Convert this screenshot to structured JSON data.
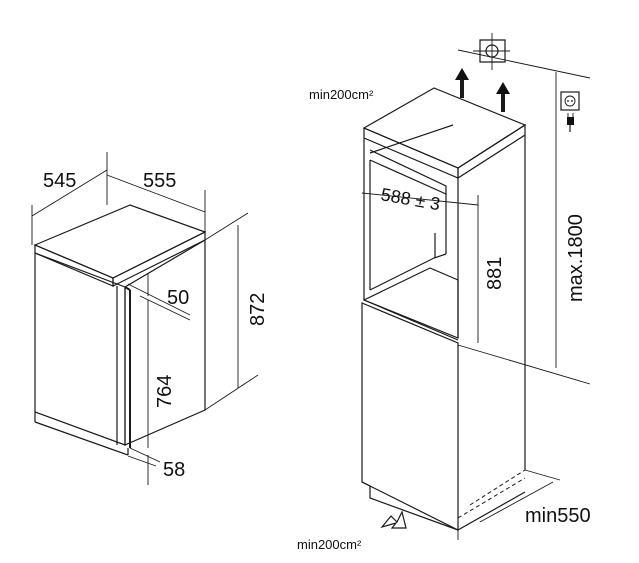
{
  "left_unit": {
    "depth_label": "545",
    "width_label": "555",
    "top_gap_label": "50",
    "height_label": "872",
    "door_label": "764",
    "bottom_gap_label": "58"
  },
  "right_unit": {
    "vent_top_label": "min200cm²",
    "vent_bottom_label": "min200cm²",
    "niche_width_label": "588 ± 3",
    "niche_height_label": "881",
    "max_height_label": "max.1800",
    "depth_label": "min550"
  },
  "icons": [
    "water-tap-icon",
    "power-socket-icon",
    "plug-icon",
    "airflow-arrow-icon"
  ]
}
